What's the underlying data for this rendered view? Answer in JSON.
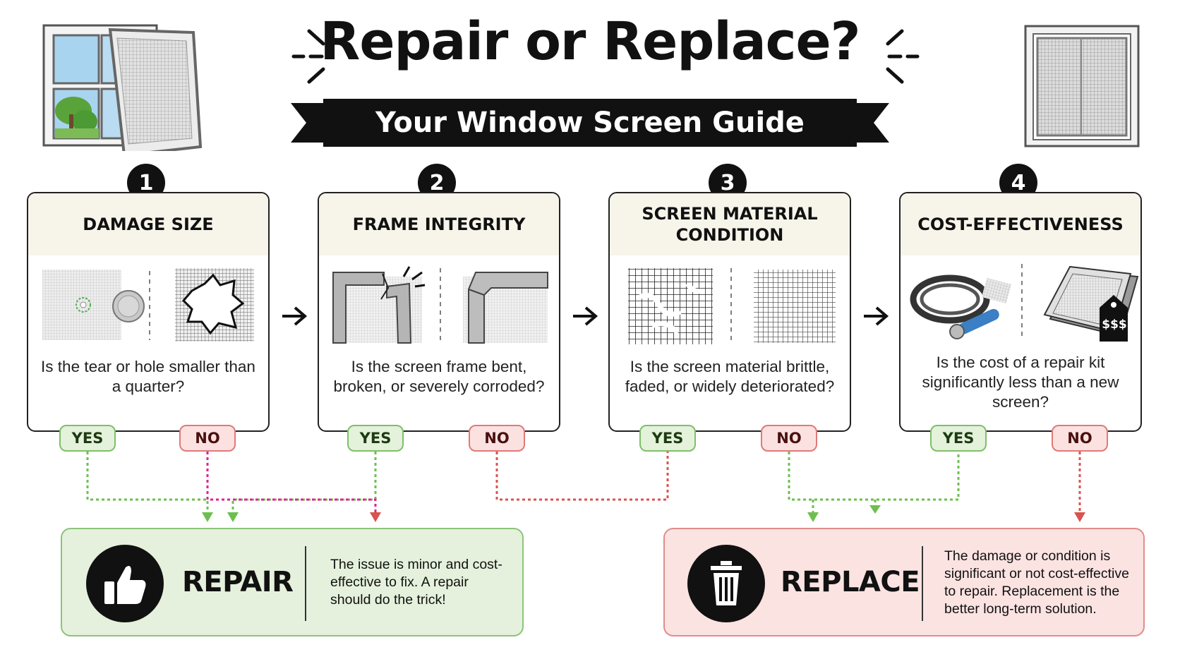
{
  "header": {
    "title": "Repair or Replace?",
    "subtitle": "Your Window Screen Guide"
  },
  "steps": [
    {
      "number": "1",
      "title": "DAMAGE SIZE",
      "question": "Is the tear or hole smaller than a quarter?",
      "yes": "YES",
      "no": "NO"
    },
    {
      "number": "2",
      "title": "FRAME INTEGRITY",
      "question": "Is the screen frame bent, broken, or severely corroded?",
      "yes": "YES",
      "no": "NO"
    },
    {
      "number": "3",
      "title": "SCREEN MATERIAL CONDITION",
      "question": "Is the screen material brittle, faded, or widely deteriorated?",
      "yes": "YES",
      "no": "NO"
    },
    {
      "number": "4",
      "title": "COST-EFFECTIVENESS",
      "question": "Is the cost of a repair kit significantly less than a new screen?",
      "yes": "YES",
      "no": "NO"
    }
  ],
  "price_tag": "$$$",
  "outcomes": {
    "repair": {
      "label": "REPAIR",
      "description": "The issue is minor and cost-effective to fix. A repair should do the trick!"
    },
    "replace": {
      "label": "REPLACE",
      "description": "The damage or condition is significant or not cost-effective to repair. Replacement is the better long-term solution."
    }
  },
  "colors": {
    "yes_green": "#6cbf4f",
    "no_red": "#d9534f",
    "repair_bg": "#e5f1dc",
    "replace_bg": "#fbe3e2",
    "magenta": "#e0208f"
  }
}
